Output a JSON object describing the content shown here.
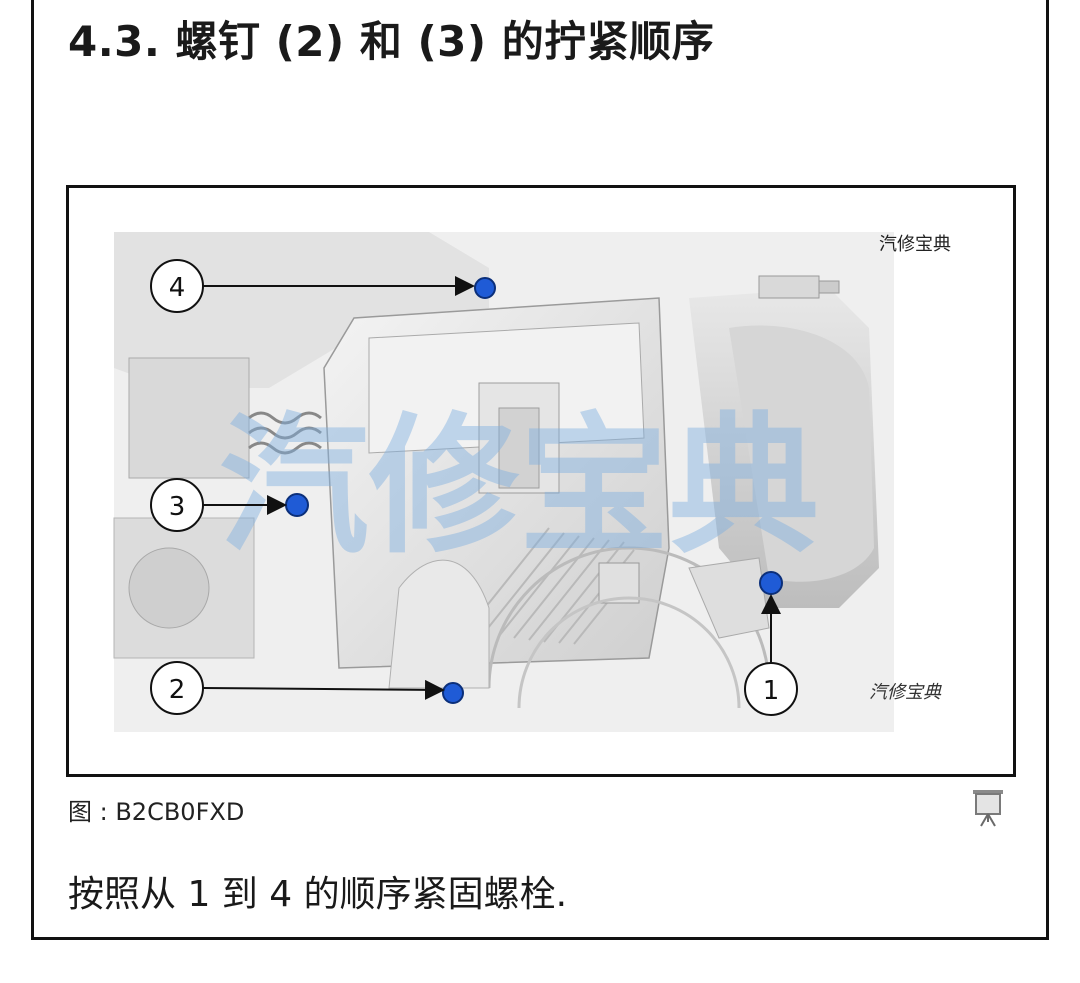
{
  "section": {
    "title": "4.3. 螺钉 (2) 和 (3) 的拧紧顺序"
  },
  "figure": {
    "watermark_top": "汽修宝典",
    "watermark_center": "汽修宝典",
    "watermark_bottom": "汽修宝典",
    "callouts": [
      "4",
      "3",
      "2",
      "1"
    ],
    "caption": "图 : B2CB0FXD",
    "fullscreen_icon": "projector-screen-icon",
    "bolt_color": "#1f5bd6"
  },
  "instruction": {
    "text": "按照从 1 到 4 的顺序紧固螺栓."
  }
}
